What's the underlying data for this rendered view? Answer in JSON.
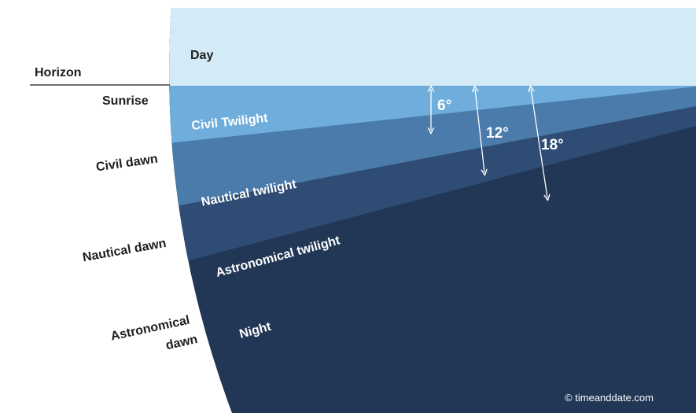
{
  "labels": {
    "horizon": "Horizon",
    "sunrise": "Sunrise",
    "civil_dawn": "Civil dawn",
    "nautical_dawn": "Nautical dawn",
    "astronomical_dawn_line1": "Astronomical",
    "astronomical_dawn_line2": "dawn"
  },
  "bands": {
    "day": "Day",
    "civil_twilight": "Civil Twilight",
    "nautical_twilight": "Nautical twilight",
    "astronomical_twilight": "Astronomical twilight",
    "night": "Night"
  },
  "angles": {
    "six": "6°",
    "twelve": "12°",
    "eighteen": "18°"
  },
  "credit": "© timeanddate.com",
  "colors": {
    "background": "#ffffff",
    "day": "#d3eaf7",
    "civil": "#6faedc",
    "nautical": "#4a7baa",
    "astronomical": "#2f4d74",
    "night": "#223656",
    "horizon_line": "#1d1d1d"
  }
}
